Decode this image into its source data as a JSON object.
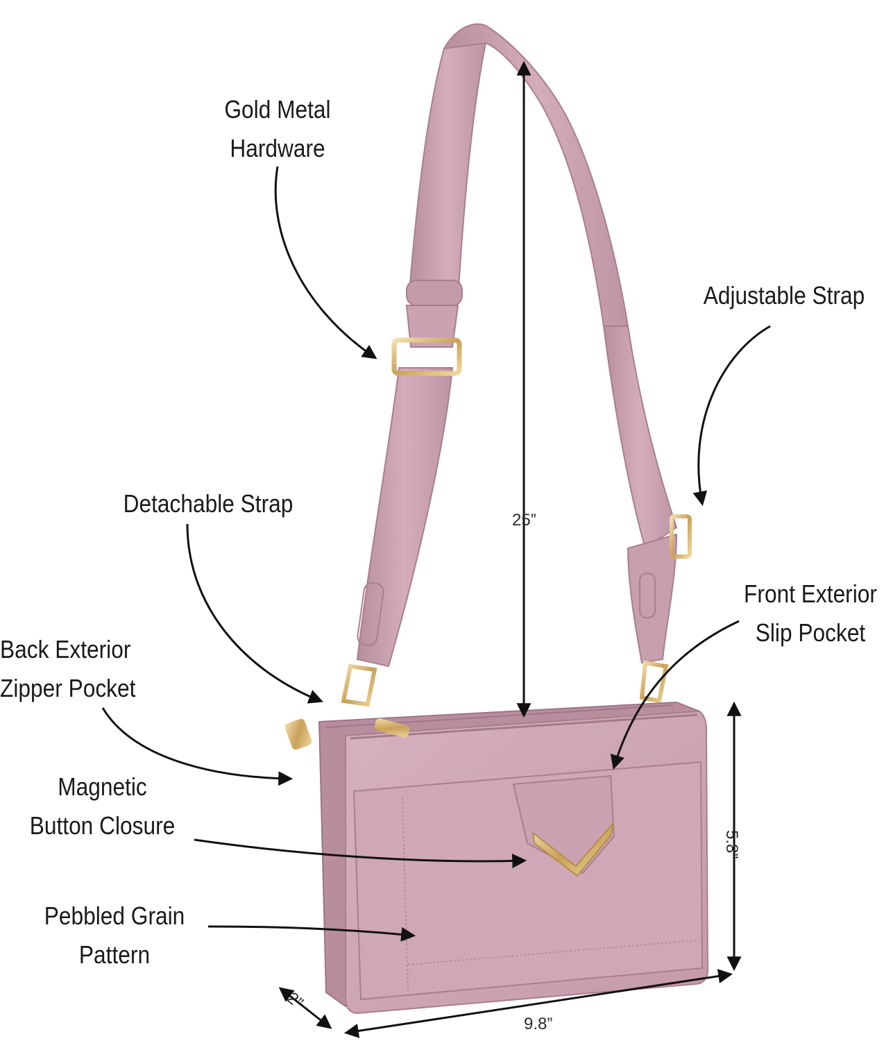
{
  "colors": {
    "leather": "#c9a3b2",
    "leather_dark": "#b48b9b",
    "leather_light": "#dcbcc8",
    "gold": "#d9b97a",
    "ink": "#111111"
  },
  "callouts": {
    "hardware": [
      "Gold Metal",
      "Hardware"
    ],
    "adjustable": [
      "Adjustable Strap"
    ],
    "detachable": [
      "Detachable Strap"
    ],
    "front_pocket": [
      "Front Exterior",
      "Slip Pocket"
    ],
    "back_pocket": [
      "Back Exterior",
      "Zipper Pocket"
    ],
    "magnetic": [
      "Magnetic",
      "Button Closure"
    ],
    "pebbled": [
      "Pebbled Grain",
      "Pattern"
    ]
  },
  "dimensions": {
    "strap_drop": "25”",
    "height": "5.8”",
    "width": "9.8”",
    "depth": "2”"
  }
}
